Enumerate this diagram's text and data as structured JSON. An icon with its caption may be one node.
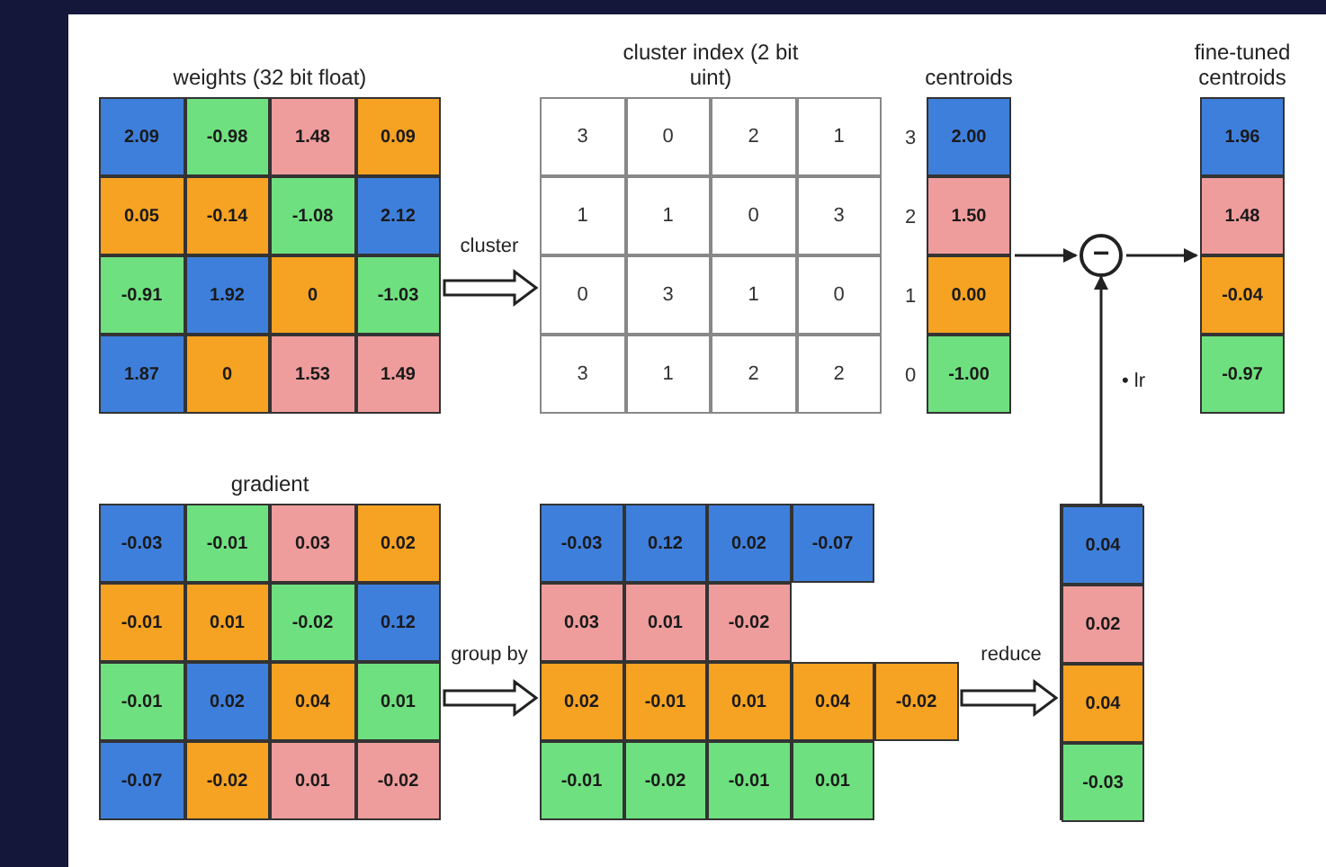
{
  "diagram": {
    "nodes": [
      {
        "text": [
          "weights (32 bit float)"
        ]
      },
      {
        "text": [
          "2.09"
        ],
        "in": 0
      },
      {
        "text": [
          "-0.98"
        ],
        "in": 0
      },
      {
        "text": [
          "1.48"
        ],
        "in": 0
      },
      {
        "text": [
          "0.09"
        ],
        "in": 0
      },
      {
        "text": [
          "0.05"
        ],
        "in": 0
      },
      {
        "text": [
          "-0.14"
        ],
        "in": 0
      },
      {
        "text": [
          "-1.08"
        ],
        "in": 0
      },
      {
        "text": [
          "2.12"
        ],
        "in": 0
      },
      {
        "text": [
          "-0.91"
        ],
        "in": 0
      },
      {
        "text": [
          "1.92"
        ],
        "in": 0
      },
      {
        "text": [
          "0"
        ],
        "in": 0
      },
      {
        "text": [
          "-1.03"
        ],
        "in": 0
      },
      {
        "text": [
          "1.87"
        ],
        "in": 0
      },
      {
        "text": [
          "0"
        ],
        "in": 0
      },
      {
        "text": [
          "1.53"
        ],
        "in": 0
      },
      {
        "text": [
          "1.49"
        ],
        "in": 0
      },
      {
        "text": [
          "cluster index (2 bit uint)"
        ]
      },
      {
        "text": [
          "3"
        ],
        "in": 17
      },
      {
        "text": [
          "0"
        ],
        "in": 17
      },
      {
        "text": [
          "2"
        ],
        "in": 17
      },
      {
        "text": [
          "1"
        ],
        "in": 17
      },
      {
        "text": [
          "1"
        ],
        "in": 17
      },
      {
        "text": [
          "1"
        ],
        "in": 17
      },
      {
        "text": [
          "0"
        ],
        "in": 17
      },
      {
        "text": [
          "3"
        ],
        "in": 17
      },
      {
        "text": [
          "0"
        ],
        "in": 17
      },
      {
        "text": [
          "3"
        ],
        "in": 17
      },
      {
        "text": [
          "1"
        ],
        "in": 17
      },
      {
        "text": [
          "0"
        ],
        "in": 17
      },
      {
        "text": [
          "3"
        ],
        "in": 17
      },
      {
        "text": [
          "1"
        ],
        "in": 17
      },
      {
        "text": [
          "2"
        ],
        "in": 17
      },
      {
        "text": [
          "2"
        ],
        "in": 17
      },
      {
        "text": [
          "centroids"
        ]
      },
      {
        "text": [
          "2.00"
        ],
        "in": 34,
        "beside": [
          "3"
        ]
      },
      {
        "text": [
          "1.50"
        ],
        "in": 34,
        "beside": [
          "2"
        ]
      },
      {
        "text": [
          "0.00"
        ],
        "in": 34,
        "beside": [
          "1"
        ]
      },
      {
        "text": [
          "-1.00"
        ],
        "in": 34,
        "beside": [
          "0"
        ]
      },
      {
        "text": [
          "−"
        ]
      },
      {
        "text": [
          "fine-tuned centroids"
        ]
      },
      {
        "text": [
          "1.96"
        ],
        "in": 40
      },
      {
        "text": [
          "1.48"
        ],
        "in": 40
      },
      {
        "text": [
          "-0.04"
        ],
        "in": 40
      },
      {
        "text": [
          "-0.97"
        ],
        "in": 40
      },
      {
        "text": [
          "gradient"
        ]
      },
      {
        "text": [
          "-0.03"
        ],
        "in": 45
      },
      {
        "text": [
          "-0.01"
        ],
        "in": 45
      },
      {
        "text": [
          "0.03"
        ],
        "in": 45
      },
      {
        "text": [
          "0.02"
        ],
        "in": 45
      },
      {
        "text": [
          "-0.01"
        ],
        "in": 45
      },
      {
        "text": [
          "0.01"
        ],
        "in": 45
      },
      {
        "text": [
          "-0.02"
        ],
        "in": 45
      },
      {
        "text": [
          "0.12"
        ],
        "in": 45
      },
      {
        "text": [
          "-0.01"
        ],
        "in": 45
      },
      {
        "text": [
          "0.02"
        ],
        "in": 45
      },
      {
        "text": [
          "0.04"
        ],
        "in": 45
      },
      {
        "text": [
          "0.01"
        ],
        "in": 45
      },
      {
        "text": [
          "-0.07"
        ],
        "in": 45
      },
      {
        "text": [
          "-0.02"
        ],
        "in": 45
      },
      {
        "text": [
          "0.01"
        ],
        "in": 45
      },
      {
        "text": [
          "-0.02"
        ],
        "in": 45
      },
      {
        "text": [
          "-0.03"
        ]
      },
      {
        "text": [
          "0.12"
        ]
      },
      {
        "text": [
          "0.02"
        ]
      },
      {
        "text": [
          "-0.07"
        ]
      },
      {
        "text": [
          "0.03"
        ]
      },
      {
        "text": [
          "0.01"
        ]
      },
      {
        "text": [
          "-0.02"
        ]
      },
      {
        "text": [
          "0.02"
        ]
      },
      {
        "text": [
          "-0.01"
        ]
      },
      {
        "text": [
          "0.01"
        ]
      },
      {
        "text": [
          "0.04"
        ]
      },
      {
        "text": [
          "-0.02"
        ]
      },
      {
        "text": [
          "-0.01"
        ]
      },
      {
        "text": [
          "-0.02"
        ]
      },
      {
        "text": [
          "-0.01"
        ]
      },
      {
        "text": [
          "0.01"
        ]
      },
      {
        "text": [],
        "shape": "box"
      },
      {
        "text": [
          "0.04"
        ],
        "in": 78
      },
      {
        "text": [
          "0.02"
        ],
        "in": 78
      },
      {
        "text": [
          "0.04"
        ],
        "in": 78
      },
      {
        "text": [
          "-0.03"
        ],
        "in": 78
      }
    ],
    "edges": [
      {
        "from": 0,
        "to": 17,
        "arrow": "to",
        "label": "cluster",
        "style": "thick"
      },
      {
        "from": 34,
        "to": 39,
        "arrow": "to"
      },
      {
        "from": 39,
        "to": 40,
        "arrow": "to"
      },
      {
        "from": 45,
        "to": 69,
        "arrow": "to",
        "label": "group by",
        "style": "thick"
      },
      {
        "from": 73,
        "to": 78,
        "arrow": "to",
        "label": "reduce",
        "style": "thick"
      },
      {
        "from": 78,
        "to": 39,
        "arrow": "to",
        "label": "• lr"
      }
    ]
  }
}
